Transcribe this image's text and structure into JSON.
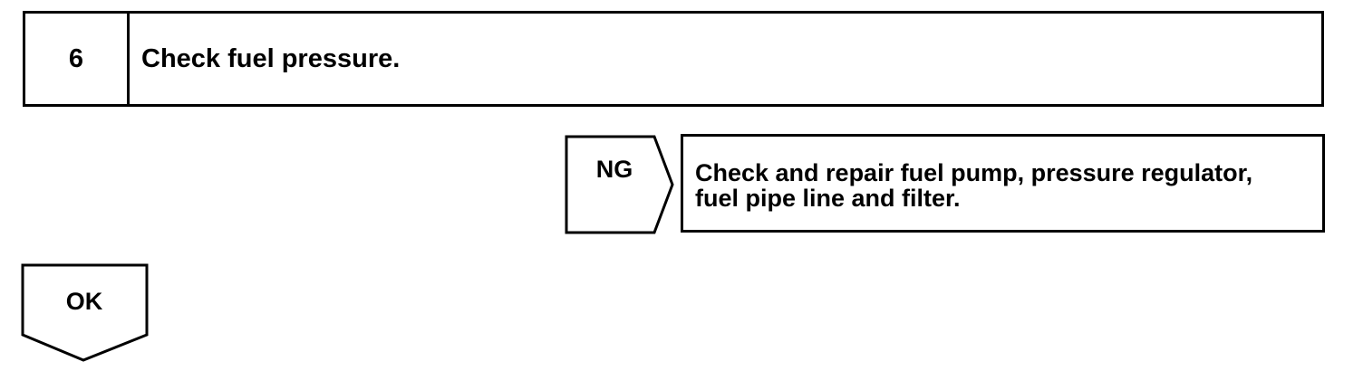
{
  "step": {
    "number": "6",
    "title": "Check fuel pressure."
  },
  "ng_branch": {
    "label": "NG",
    "result_lines": [
      "Check and repair fuel pump, pressure regulator,",
      "fuel pipe line and filter."
    ]
  },
  "ok_branch": {
    "label": "OK"
  }
}
